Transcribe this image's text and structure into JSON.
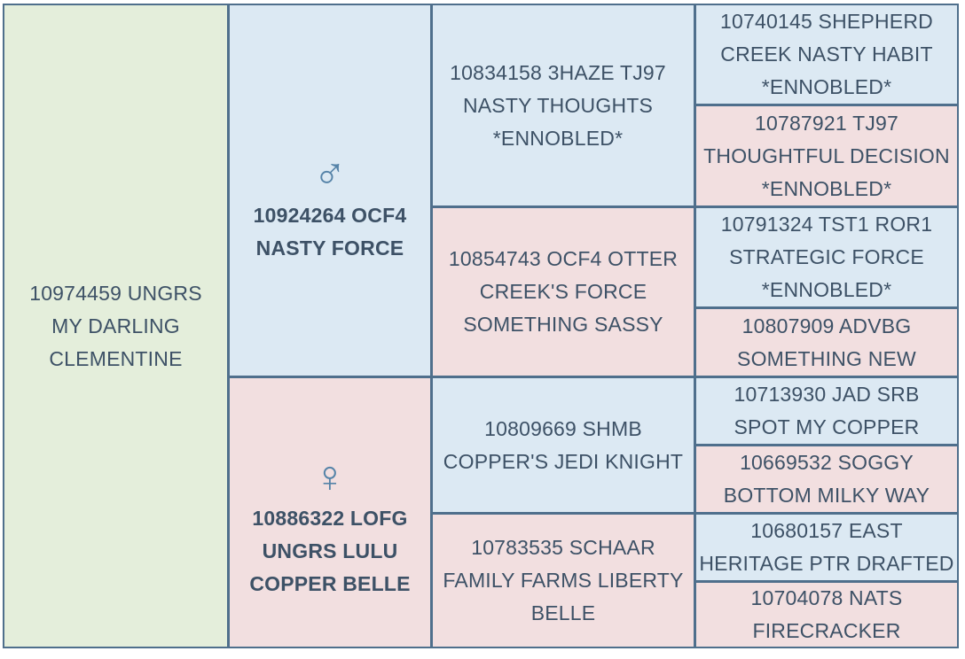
{
  "subject": {
    "name": "10974459 UNGRS MY DARLING CLEMENTINE"
  },
  "sire": {
    "symbol": "♂",
    "name": "10924264 OCF4 NASTY FORCE"
  },
  "dam": {
    "symbol": "♀",
    "name": "10886322 LOFG UNGRS LULU COPPER BELLE"
  },
  "sire_sire": {
    "name": "10834158 3HAZE TJ97 NASTY THOUGHTS *ENNOBLED*"
  },
  "sire_dam": {
    "name": "10854743 OCF4 OTTER CREEK'S FORCE SOMETHING SASSY"
  },
  "dam_sire": {
    "name": "10809669 SHMB COPPER'S JEDI KNIGHT"
  },
  "dam_dam": {
    "name": "10783535 SCHAAR FAMILY FARMS LIBERTY BELLE"
  },
  "gen3": [
    {
      "name": "10740145 SHEPHERD CREEK NASTY HABIT *ENNOBLED*"
    },
    {
      "name": "10787921 TJ97 THOUGHTFUL DECISION *ENNOBLED*"
    },
    {
      "name": "10791324 TST1 ROR1 STRATEGIC FORCE *ENNOBLED*"
    },
    {
      "name": "10807909 ADVBG SOMETHING NEW"
    },
    {
      "name": "10713930 JAD SRB SPOT MY COPPER"
    },
    {
      "name": "10669532 SOGGY BOTTOM MILKY WAY"
    },
    {
      "name": "10680157 EAST HERITAGE PTR DRAFTED"
    },
    {
      "name": "10704078 NATS FIRECRACKER"
    }
  ],
  "colors": {
    "border": "#4f6f8c",
    "subject_bg": "#e4eedb",
    "male_bg": "#dce9f3",
    "female_bg": "#f2dfe0",
    "text": "#3d5166",
    "symbol": "#5583a8"
  }
}
